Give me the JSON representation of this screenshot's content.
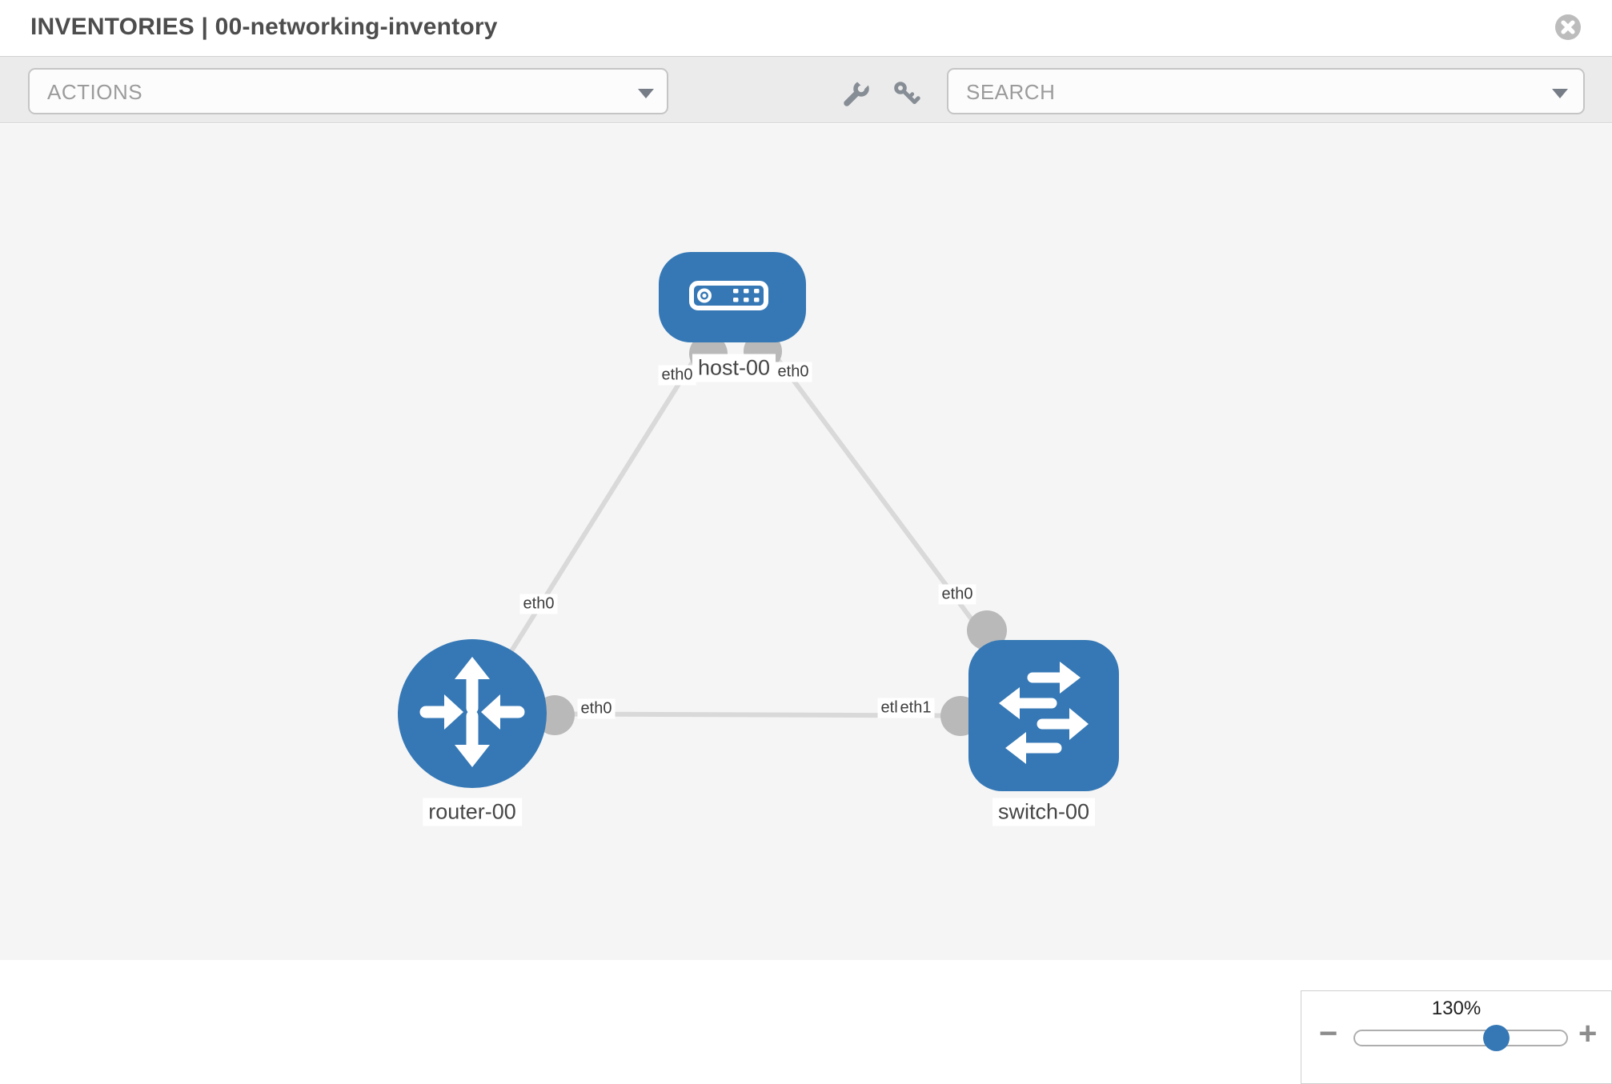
{
  "header": {
    "title": "INVENTORIES | 00-networking-inventory"
  },
  "toolbar": {
    "actions_label": "ACTIONS",
    "search_label": "SEARCH",
    "icons": [
      "wrench-icon",
      "key-icon"
    ]
  },
  "topology": {
    "nodes": [
      {
        "id": "host-00",
        "label": "host-00",
        "type": "host",
        "icon": "server-icon"
      },
      {
        "id": "router-00",
        "label": "router-00",
        "type": "router",
        "icon": "router-arrows-icon"
      },
      {
        "id": "switch-00",
        "label": "switch-00",
        "type": "switch",
        "icon": "switch-arrows-icon"
      }
    ],
    "links": [
      {
        "from": "host-00",
        "to": "router-00",
        "from_iface": "eth0",
        "to_iface": "eth0"
      },
      {
        "from": "host-00",
        "to": "switch-00",
        "from_iface": "eth0",
        "to_iface": "eth0"
      },
      {
        "from": "router-00",
        "to": "switch-00",
        "from_iface": "eth0",
        "to_iface": "eth1"
      }
    ],
    "overlapped_label": "eth0"
  },
  "zoom_control": {
    "level": "130%",
    "minus": "−",
    "plus": "+"
  },
  "colors": {
    "node_blue": "#3578b5",
    "link_gray": "#d9d9d9",
    "connector_gray": "#b9b9b9",
    "toolbar_bg": "#ebebeb",
    "canvas_bg": "#f5f5f5",
    "title_text": "#4d4d4d",
    "muted_text": "#9b9b9b"
  }
}
